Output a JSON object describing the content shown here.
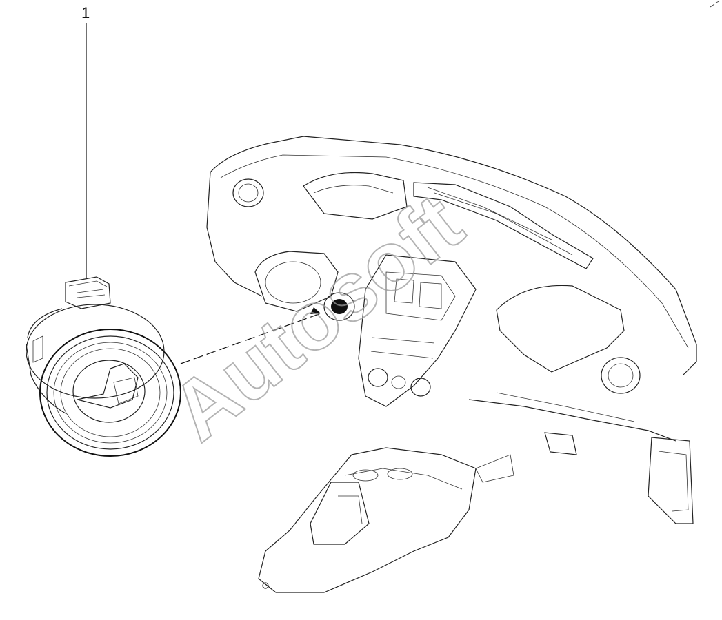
{
  "callouts": [
    {
      "label": "1"
    }
  ],
  "watermark": {
    "text": "Autosoft"
  },
  "parts": {
    "part_1_icon": "ignition-lock-bezel-ring",
    "assembly_icon": "dashboard-assembly"
  },
  "colors": {
    "line": "#222222",
    "watermark": "#9a9a9a",
    "background": "#ffffff"
  }
}
